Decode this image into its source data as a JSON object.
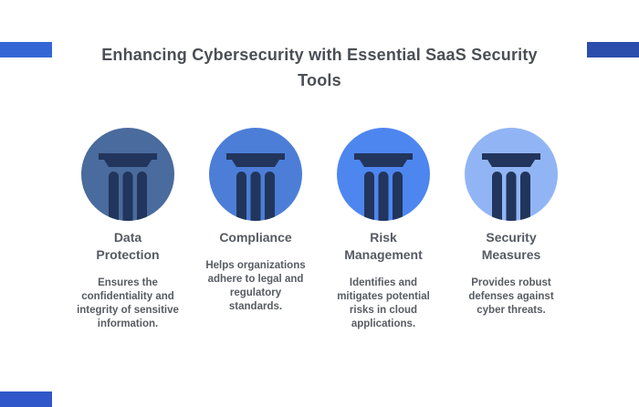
{
  "title": "Enhancing Cybersecurity with Essential SaaS Security\nTools",
  "colors": {
    "background": "#ffffff",
    "title_text": "#4b4e54",
    "heading_text": "#565a62",
    "body_text": "#585b62",
    "pillar_icon": "#22355c",
    "corner_bar_top_left": "#3566d6",
    "corner_bar_top_right": "#2b4dab",
    "corner_bar_bottom_left": "#2f57c9"
  },
  "tools": [
    {
      "heading": "Data\nProtection",
      "description": "Ensures the\nconfidentiality and\nintegrity of sensitive\ninformation.",
      "circle_color": "#4a6b9d",
      "icon": "pillar-icon"
    },
    {
      "heading": "Compliance",
      "description": "Helps organizations\nadhere to legal and\nregulatory\nstandards.",
      "circle_color": "#4c7ed8",
      "icon": "pillar-icon"
    },
    {
      "heading": "Risk\nManagement",
      "description": "Identifies and\nmitigates potential\nrisks in cloud\napplications.",
      "circle_color": "#4e86f0",
      "icon": "pillar-icon"
    },
    {
      "heading": "Security\nMeasures",
      "description": "Provides robust\ndefenses against\ncyber threats.",
      "circle_color": "#91b5f4",
      "icon": "pillar-icon"
    }
  ]
}
